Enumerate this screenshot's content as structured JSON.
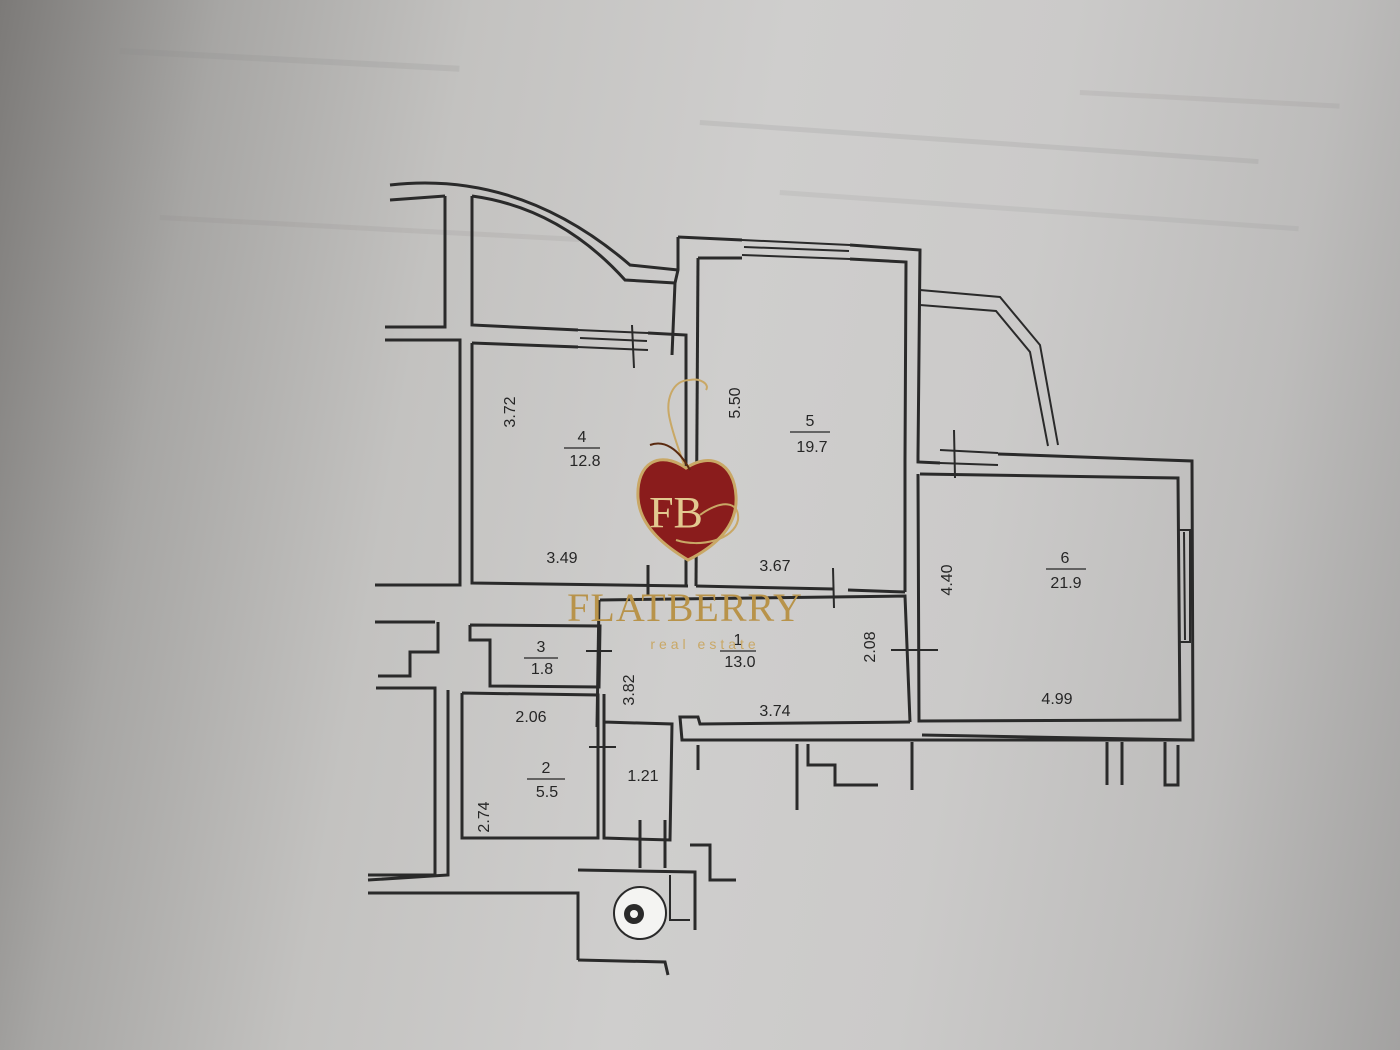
{
  "plan": {
    "rooms": [
      {
        "number": "4",
        "area": "12.8",
        "dimensions": [
          "3.72",
          "3.49"
        ]
      },
      {
        "number": "5",
        "area": "19.7",
        "dimensions": [
          "5.50",
          "3.67"
        ]
      },
      {
        "number": "6",
        "area": "21.9",
        "dimensions": [
          "4.40",
          "4.99"
        ]
      },
      {
        "number": "1",
        "area": "13.0",
        "dimensions": [
          "3.82",
          "2.08",
          "3.74"
        ]
      },
      {
        "number": "3",
        "area": "1.8",
        "dimensions": []
      },
      {
        "number": "2",
        "area": "5.5",
        "dimensions": [
          "2.06",
          "2.74",
          "1.21"
        ]
      }
    ]
  },
  "watermark": {
    "monogram": "FB",
    "brand": "FLATBERRY",
    "tagline": "real estate",
    "color_gold": "#b8934a",
    "color_red": "#8a1c1c"
  },
  "colors": {
    "line": "#2a2a2a",
    "paper": "#cfcecd"
  }
}
